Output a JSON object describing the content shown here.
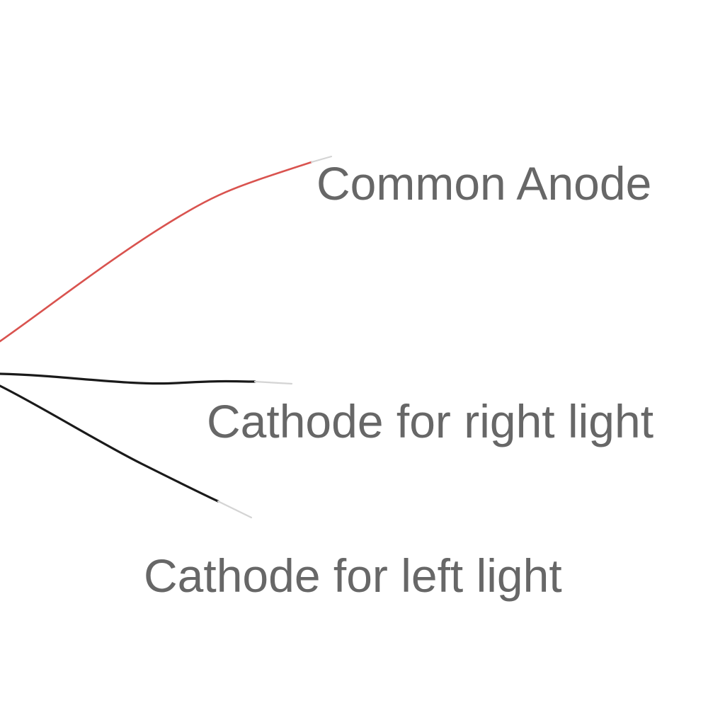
{
  "labels": {
    "common_anode": "Common Anode",
    "cathode_right": "Cathode for right light",
    "cathode_left": "Cathode for left light"
  },
  "colors": {
    "text": "#676767",
    "anode_wire": "#d9534f",
    "cathode_wire": "#1a1a1a",
    "wire_tip": "#d4d4d4",
    "background": "#ffffff"
  }
}
